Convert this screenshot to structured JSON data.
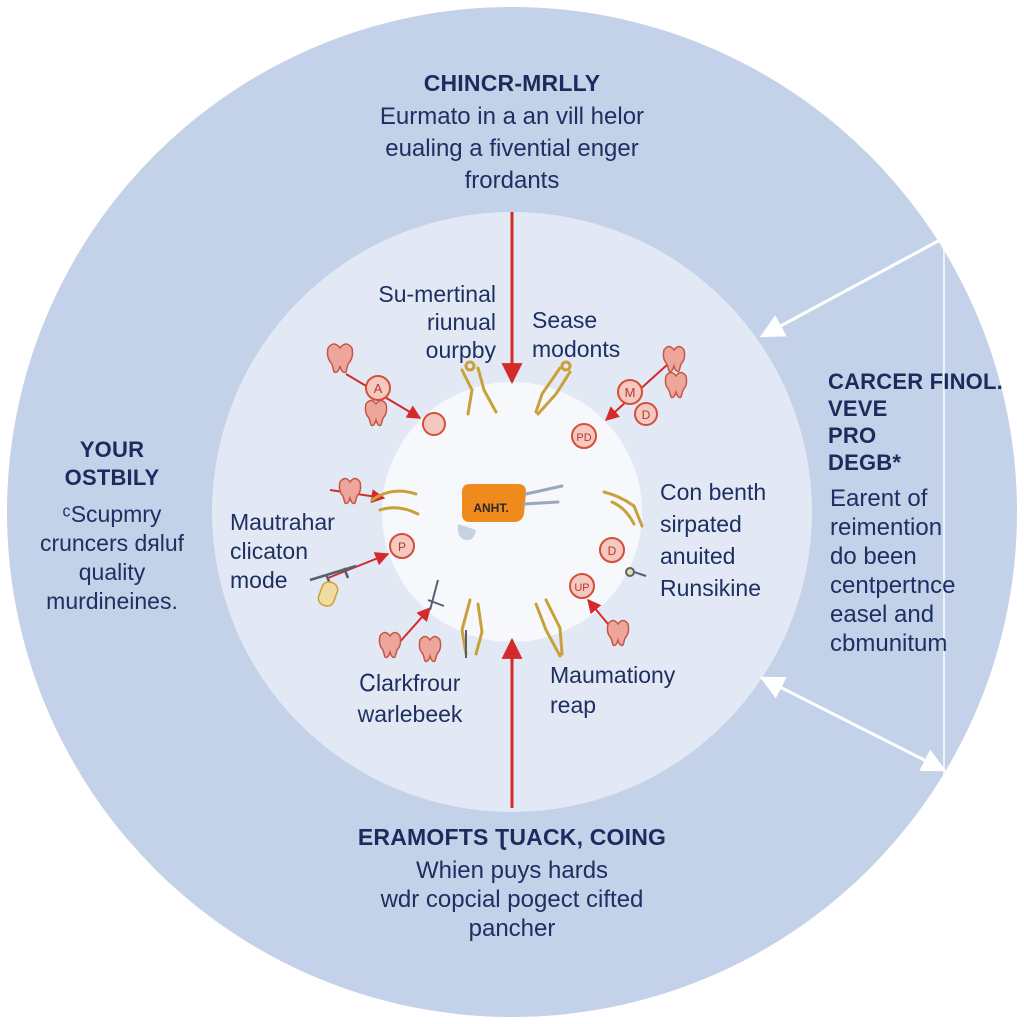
{
  "colors": {
    "outer_ring": "#c3d2e8",
    "middle_ring": "#e2e9f4",
    "inner_core": "#f6f8fc",
    "text": "#1d2f63",
    "red_arrow": "#d42a2a",
    "white_arrow": "#ffffff",
    "gold_tool": "#c9a13a",
    "orange_badge": "#ef8a1c"
  },
  "top_section": {
    "heading": "CHINCR-MRLLY",
    "lines": [
      "Eurmato in a an vill helor",
      "eualing a fivential enger",
      "frordants"
    ]
  },
  "left_section": {
    "heading_lines": [
      "YOUR",
      "OSTBILY"
    ],
    "lines": [
      "ᶜScupmry",
      "cruncers dᴙluf",
      "quality",
      "murdineines."
    ]
  },
  "right_section": {
    "heading_lines": [
      "CARCER FINOL.",
      "VEVE",
      "PRO",
      "DEGB*"
    ],
    "lines": [
      "Earent of",
      "reimention",
      "do been",
      "centpertnce",
      "easel and",
      "cbmunitum"
    ]
  },
  "bottom_section": {
    "heading": "ERAMOFTS ƮUACK, COING",
    "lines": [
      "Whien puys hards",
      "wdr copcial pogect cifted",
      "pancher"
    ]
  },
  "inner_labels": {
    "upper_left": [
      "Su-mertinal",
      "riunual",
      "ourpby"
    ],
    "upper_right": [
      "Sease",
      "modonts"
    ],
    "mid_left": [
      "Mautrahar",
      "clicaton",
      "mode"
    ],
    "mid_right": [
      "Con benth",
      "sirpated",
      "anuited",
      "Runsikine"
    ],
    "lower_left": [
      "Ꮯlarkfrour",
      "warlebeek"
    ],
    "lower_right": [
      "Maumationy",
      "reap"
    ]
  },
  "center_badge": "ANHT.",
  "circle_badges": [
    "A",
    "M",
    "D",
    "PD",
    "P",
    "D",
    "UP"
  ],
  "icons": [
    "tooth-icon",
    "dental-tool-icon",
    "dental-instrument-icon",
    "arrow-icon"
  ]
}
